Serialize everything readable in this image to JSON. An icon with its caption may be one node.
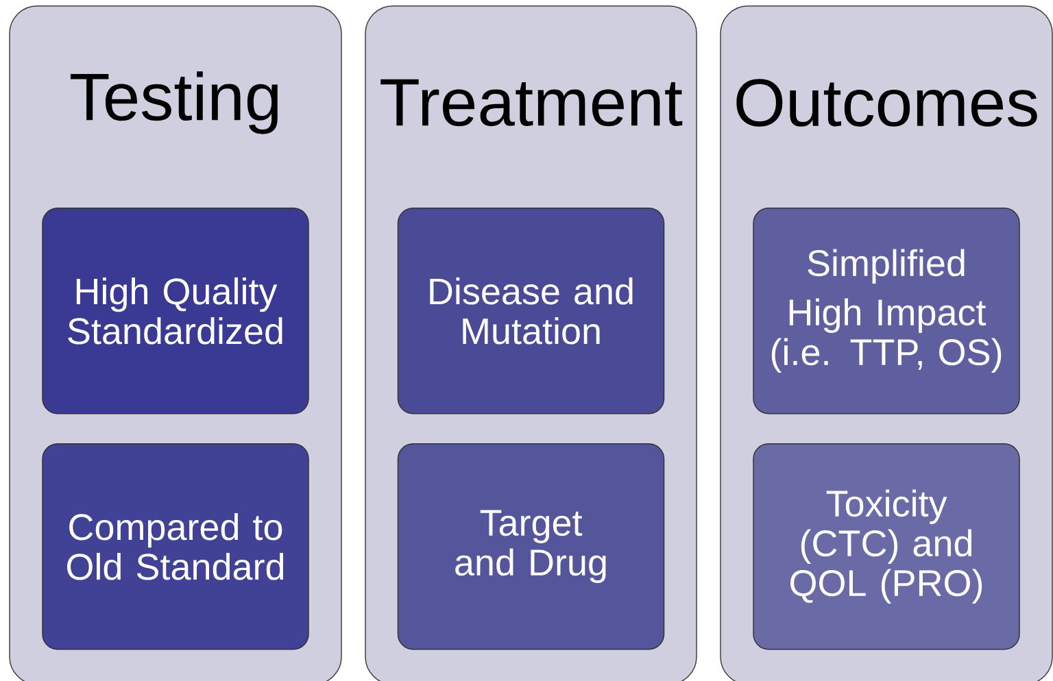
{
  "diagram": {
    "nodes": [
      {
        "text": [
          "Testing"
        ]
      },
      {
        "text": [
          "High Quality Standardized"
        ],
        "in": 0
      },
      {
        "text": [
          "Compared to Old Standard"
        ],
        "in": 0
      },
      {
        "text": [
          "Treatment"
        ]
      },
      {
        "text": [
          "Disease and Mutation"
        ],
        "in": 3
      },
      {
        "text": [
          "Target and Drug"
        ],
        "in": 3
      },
      {
        "text": [
          "Outcomes"
        ]
      },
      {
        "text": [
          "Simplified",
          "High Impact (i.e. TTP, OS)"
        ],
        "in": 6
      },
      {
        "text": [
          "Toxicity (CTC) and QOL (PRO)"
        ],
        "in": 6
      }
    ]
  }
}
